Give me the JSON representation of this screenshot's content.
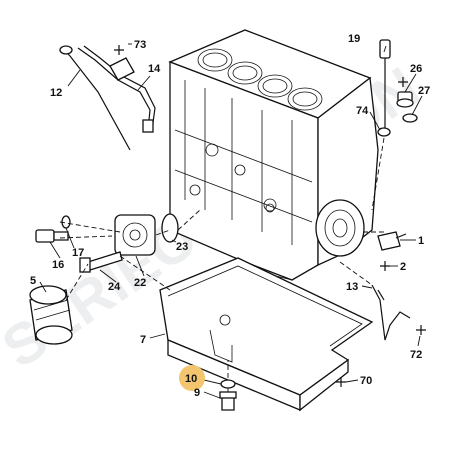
{
  "watermark": "SERIEOCCASION",
  "highlight_color": "#f2c56e",
  "labels": {
    "l1": "1",
    "l2": "2",
    "l5": "5",
    "l7": "7",
    "l9": "9",
    "l10": "10",
    "l12": "12",
    "l13": "13",
    "l14": "14",
    "l16": "16",
    "l17": "17",
    "l19": "19",
    "l22": "22",
    "l23": "23",
    "l24": "24",
    "l26": "26",
    "l27": "27",
    "l70": "70",
    "l72": "72",
    "l73": "73",
    "l74": "74"
  }
}
